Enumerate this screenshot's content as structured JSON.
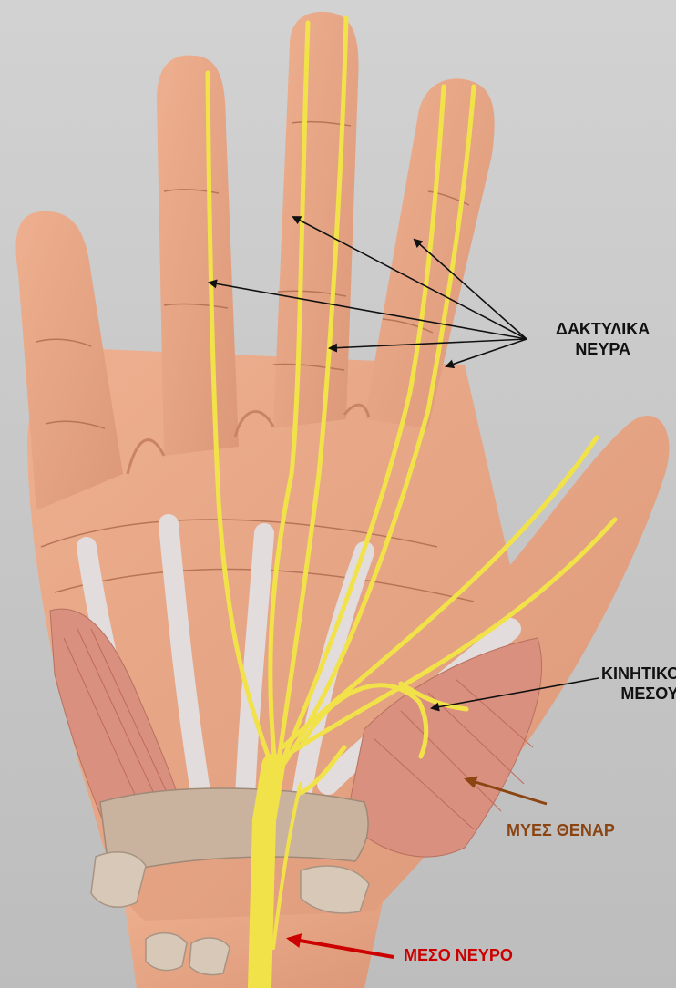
{
  "labels": {
    "digital_nerves": {
      "line1": "ΔΑΚΤΥΛΙΚΑ",
      "line2": "ΝΕΥΡΑ"
    },
    "motor_branch": {
      "line1": "ΚΙΝΗΤΙΚΟ",
      "line2": "ΜΕΣΟΥ"
    },
    "thenar_muscles": "ΜΥΕΣ ΘΕΝΑΡ",
    "median_nerve": "ΜΕΣΟ ΝΕΥΡΟ"
  },
  "colors": {
    "skin": "#e8a584",
    "skin_shadow": "#c98466",
    "nerve": "#f2e24a",
    "tendon": "#e2dcdc",
    "muscle": "#d98f80",
    "ligament": "#c9b39f",
    "thenar_arrow": "#8b4513",
    "median_arrow": "#cc0000"
  }
}
